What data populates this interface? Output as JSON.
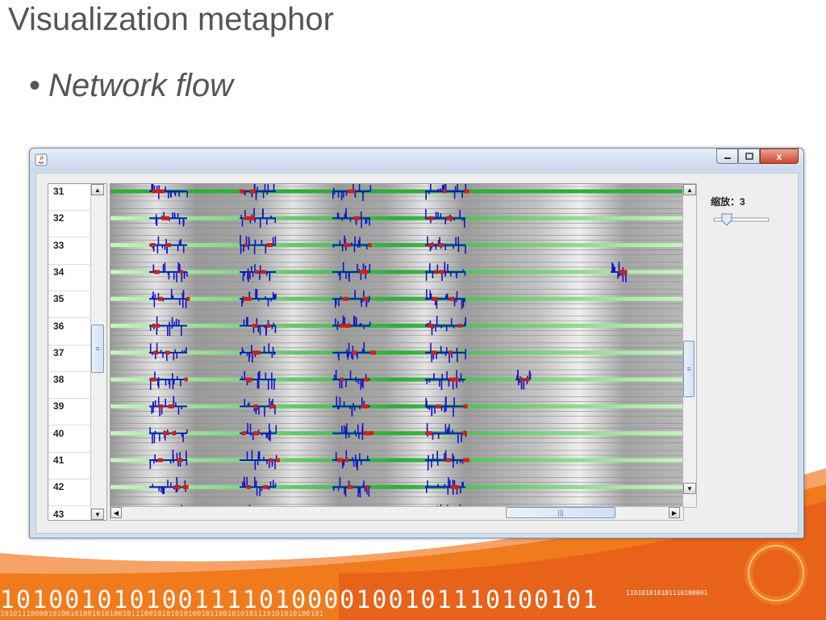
{
  "slide": {
    "title": "Visualization metaphor",
    "bullet": "Network flow"
  },
  "window": {
    "buttons": {
      "minimize": "minimize",
      "maximize": "maximize",
      "close": "x"
    }
  },
  "row_headers": [
    "31",
    "32",
    "33",
    "34",
    "35",
    "36",
    "37",
    "38",
    "39",
    "40",
    "41",
    "42",
    "43"
  ],
  "zoom": {
    "label": "缩放：3",
    "value": 3
  },
  "colors": {
    "flow_green": "#3cb843",
    "flow_light": "#b8f0b0",
    "packet_blue": "#1414c8",
    "packet_red": "#d42010",
    "background_gray": "#a9a9a9",
    "accent_orange": "#f07b1c"
  },
  "footer": {
    "binary_main": "1010010101001111010000100101110100101",
    "binary_small": "110101010101110100001",
    "binary_tiny": "10101110000101001010010101001011100101010101001011001010101110101010100101"
  }
}
